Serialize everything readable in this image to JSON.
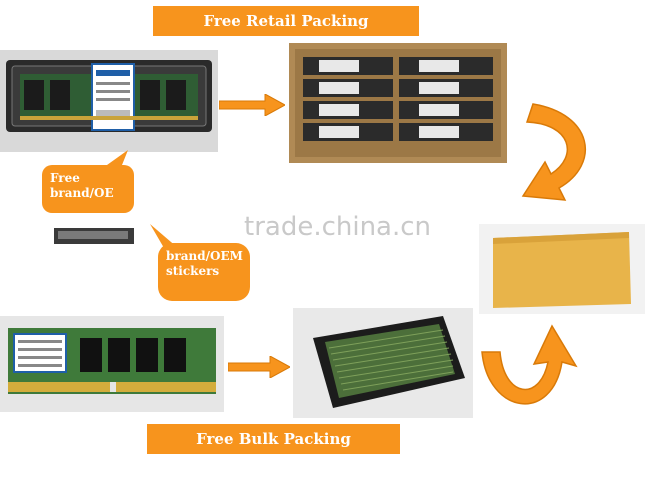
{
  "banners": {
    "retail": "Free Retail Packing",
    "bulk": "Free Bulk Packing"
  },
  "bubbles": {
    "retail_sticker": "Free brand/OE",
    "bulk_sticker": "brand/OEM stickers"
  },
  "watermark": "trade.china.cn",
  "colors": {
    "accent": "#f7941d",
    "ram_green": "#3f7a3a",
    "carton": "#e8b44a"
  },
  "icons": {
    "flow_arrow": "right-arrow",
    "cycle_arrow": "curved-arrow"
  }
}
